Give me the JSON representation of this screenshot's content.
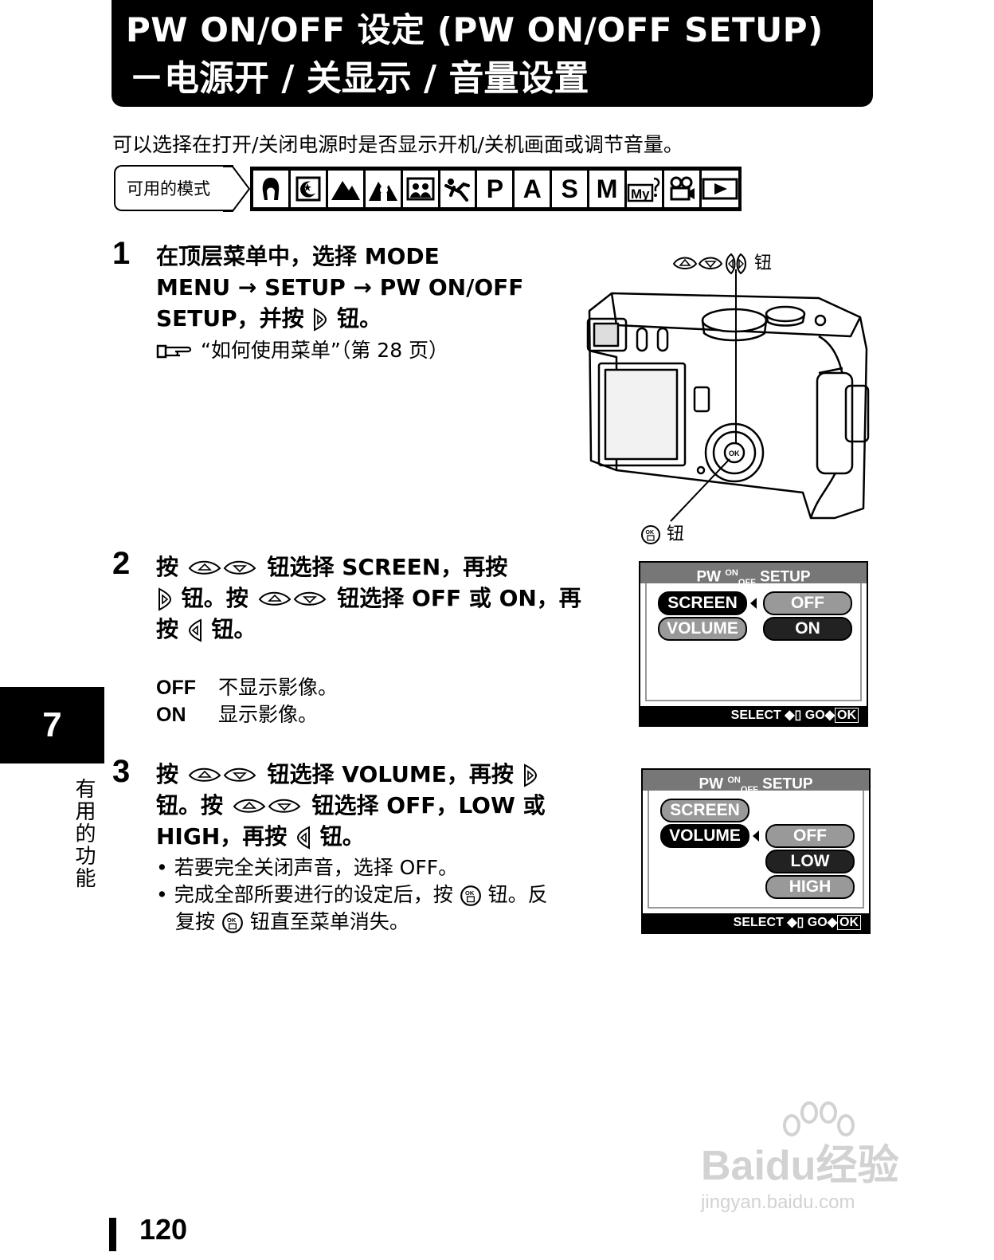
{
  "title": {
    "line1": "PW ON/OFF 设定 (PW ON/OFF SETUP)",
    "line2": "－电源开 / 关显示 / 音量设置"
  },
  "intro": "可以选择在打开/关闭电源时是否显示开机/关机画面或调节音量。",
  "modes": {
    "label": "可用的模式",
    "letters": [
      "P",
      "A",
      "S",
      "M"
    ]
  },
  "step1": {
    "num": "1",
    "line1": "在顶层菜单中，选择 MODE",
    "line2": "MENU → SETUP → PW ON/OFF",
    "line3a": "SETUP，并按",
    "line3b": "钮。",
    "ref": "“如何使用菜单”（第 28 页）"
  },
  "camera": {
    "top_label": "钮",
    "bottom_label": "钮"
  },
  "step2": {
    "num": "2",
    "line1a": "按",
    "line1b": "钮选择 SCREEN，再按",
    "line2a": "钮。按",
    "line2b": "钮选择 OFF 或 ON，再",
    "line3a": "按",
    "line3b": "钮。",
    "opt_off_key": "OFF",
    "opt_off_desc": "不显示影像。",
    "opt_on_key": "ON",
    "opt_on_desc": "显示影像。"
  },
  "step3": {
    "num": "3",
    "line1a": "按",
    "line1b": "钮选择 VOLUME，再按",
    "line2a": "钮。按",
    "line2b": "钮选择 OFF，LOW 或",
    "line3a": "HIGH，再按",
    "line3b": "钮。",
    "bullet1": "若要完全关闭声音，选择 OFF。",
    "bullet2a": "完成全部所要进行的设定后，按",
    "bullet2b": "钮。反",
    "bullet2c": "复按",
    "bullet2d": "钮直至菜单消失。"
  },
  "lcd1": {
    "title_a": "PW",
    "title_on": "ON",
    "title_off": "OFF",
    "title_b": "SETUP",
    "item1": "SCREEN",
    "item2": "VOLUME",
    "opt1": "OFF",
    "opt2": "ON",
    "foot_select": "SELECT",
    "foot_go": "GO",
    "foot_ok": "OK"
  },
  "lcd2": {
    "title_a": "PW",
    "title_on": "ON",
    "title_off": "OFF",
    "title_b": "SETUP",
    "item1": "SCREEN",
    "item2": "VOLUME",
    "opt1": "OFF",
    "opt2": "LOW",
    "opt3": "HIGH",
    "foot_select": "SELECT",
    "foot_go": "GO",
    "foot_ok": "OK"
  },
  "side": {
    "chapter": "7",
    "label": "有用的功能"
  },
  "page_number": "120",
  "watermark": {
    "brand": "Baidu经验",
    "url": "jingyan.baidu.com"
  }
}
